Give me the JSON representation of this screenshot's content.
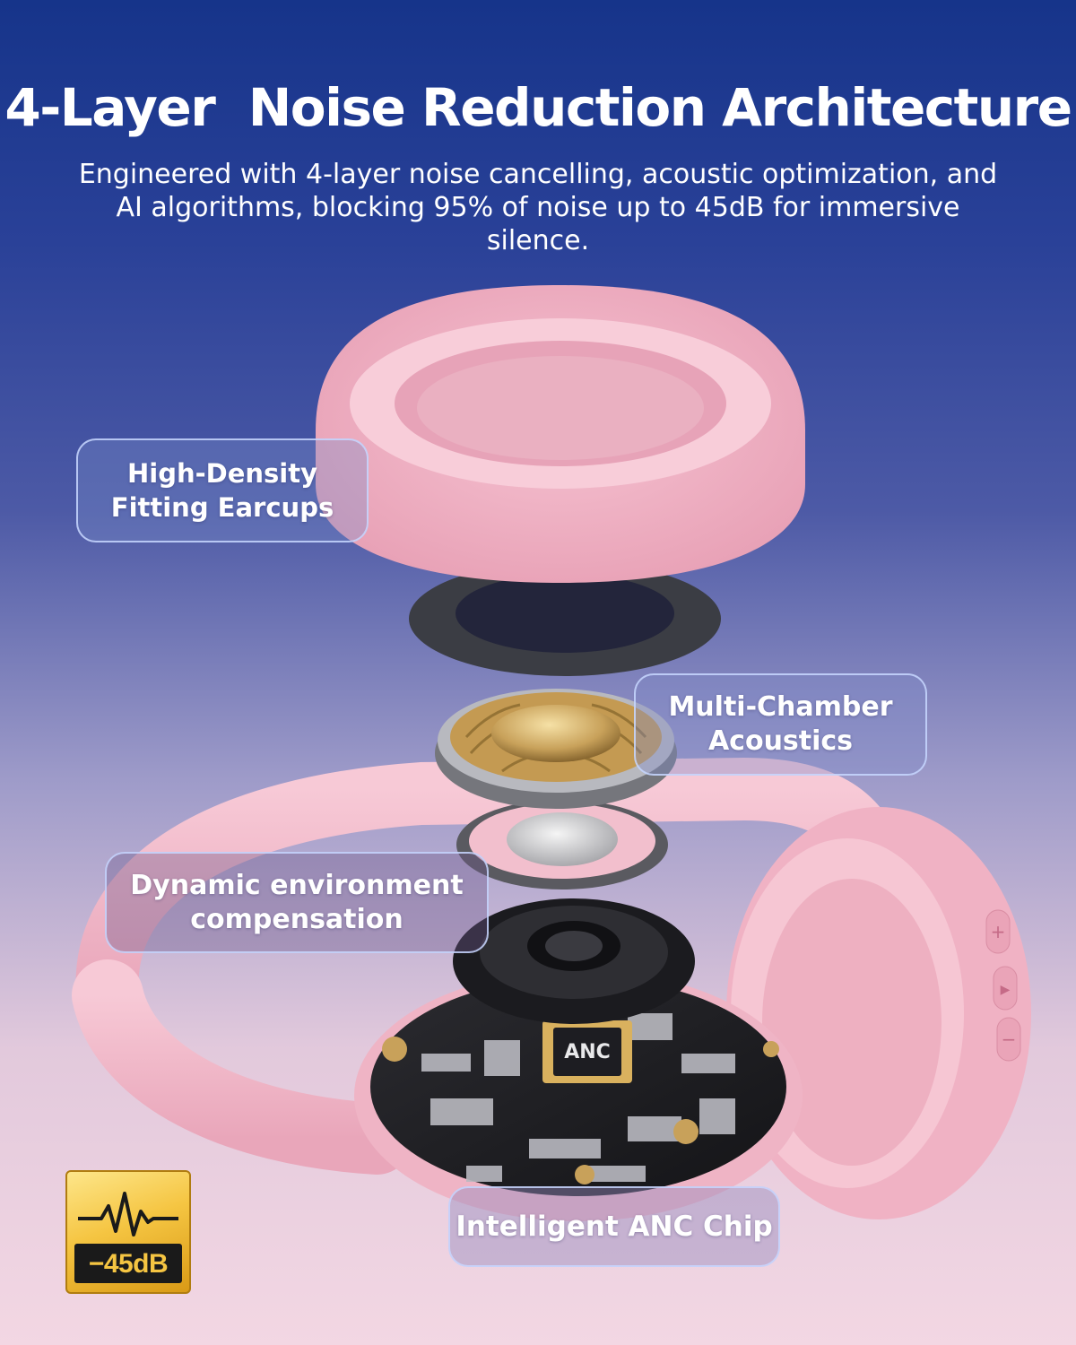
{
  "header": {
    "title": "4-Layer  Noise Reduction Architecture",
    "subtitle": "Engineered with 4-layer noise cancelling, acoustic optimization, and AI algorithms, blocking 95% of noise up to 45dB for immersive silence."
  },
  "callouts": {
    "earcups": [
      "High-Density",
      "Fitting Earcups"
    ],
    "chamber": [
      "Multi-Chamber",
      "Acoustics"
    ],
    "environment": [
      "Dynamic environment",
      "compensation"
    ],
    "chip": "Intelligent ANC Chip"
  },
  "chip_marking": "ANC",
  "badge": {
    "value": "−45dB"
  },
  "colors": {
    "background_top": "#16348a",
    "background_bottom": "#f3d7e3",
    "product_pink": "#f2b9c9",
    "driver_gold": "#c8a15a",
    "badge_gold": "#f5c542"
  },
  "icons": [
    "waveform-icon",
    "plus-button-icon",
    "play-pause-button-icon",
    "minus-button-icon"
  ]
}
